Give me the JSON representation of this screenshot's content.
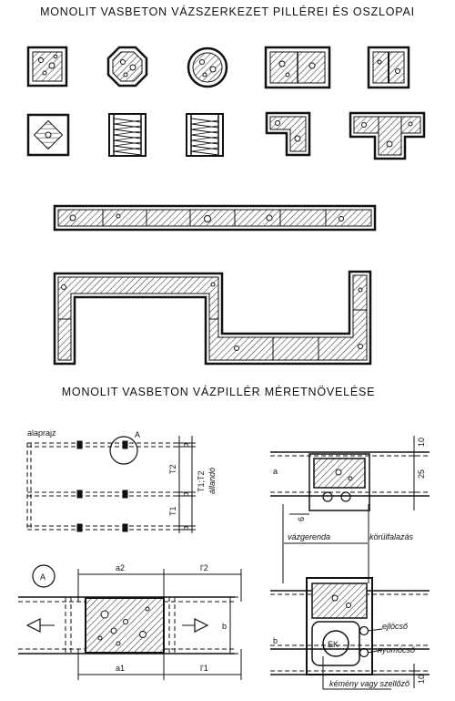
{
  "titles": {
    "top": "MONOLIT VASBETON VÁZSZERKEZET PILLÉREI ÉS OSZLOPAI",
    "bottom": "MONOLIT VASBETON VÁZPILLÉR MÉRETNÖVELÉSE"
  },
  "plan": {
    "label": "alaprajz",
    "callout": "A",
    "dims": {
      "T2": "T2",
      "T1": "T1",
      "b": "b",
      "note_line1": "T1;T2",
      "note_line2": "állandó"
    }
  },
  "detailA": {
    "callout": "A",
    "a2": "a2",
    "a1": "a1",
    "l2": "l'2",
    "l1": "l'1",
    "b": "b"
  },
  "section": {
    "dim_top": "10",
    "dim_mid": "25",
    "dim_a": "a",
    "dim_6": "6",
    "dim_b": "b",
    "dim_bottom": "10",
    "vazgerenda": "vázgerenda",
    "korulfalazas": "körülfalazás",
    "ek": "EK",
    "ejlocso": "ejlöcső",
    "nyomocso": "nyomócső",
    "kemeny": "kémény vagy szellőző"
  }
}
